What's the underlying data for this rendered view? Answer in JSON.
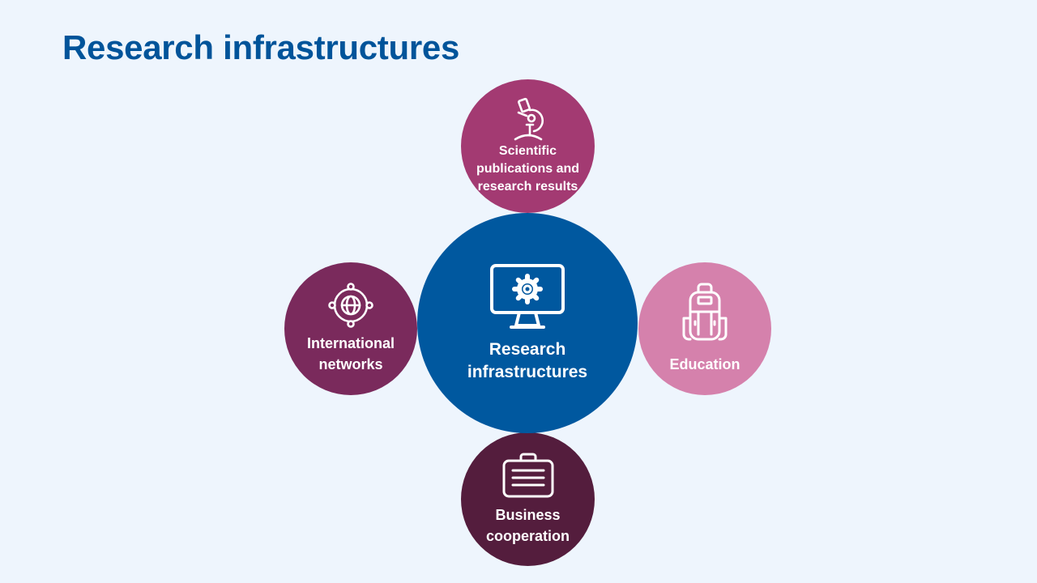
{
  "slide": {
    "title": "Research infrastructures"
  },
  "colors": {
    "background": "#eef5fd",
    "title": "#00549a",
    "center": "#00589f",
    "top": "#a33a72",
    "left": "#7a2a5c",
    "right": "#d581ac",
    "bottom": "#541d3d",
    "icon_stroke": "#ffffff"
  },
  "diagram": {
    "center": {
      "label": "Research\ninfrastructures",
      "icon": "monitor-gear-icon"
    },
    "nodes": {
      "top": {
        "label": "Scientific\npublications and\nresearch results",
        "icon": "microscope-icon"
      },
      "left": {
        "label": "International\nnetworks",
        "icon": "globe-network-icon"
      },
      "right": {
        "label": "Education",
        "icon": "backpack-icon"
      },
      "bottom": {
        "label": "Business\ncooperation",
        "icon": "briefcase-icon"
      }
    }
  }
}
